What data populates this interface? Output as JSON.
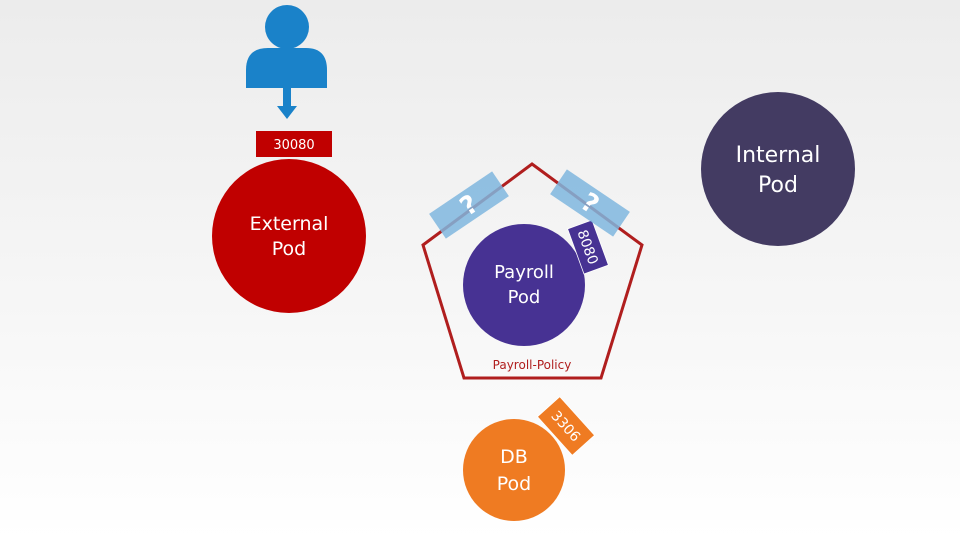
{
  "colors": {
    "user": "#1a82c9",
    "external_pod": "#c00000",
    "payroll_pod": "#473293",
    "internal_pod": "#433b62",
    "db_pod": "#ef7b22",
    "policy_outline": "#b01e1e",
    "question_tag": "#7fb6de"
  },
  "user": {
    "icon": "user-icon",
    "arrow_icon": "arrow-down-icon"
  },
  "external_pod": {
    "port": "30080",
    "line1": "External",
    "line2": "Pod"
  },
  "payroll_pod": {
    "line1": "Payroll",
    "line2": "Pod",
    "port": "8080"
  },
  "internal_pod": {
    "line1": "Internal",
    "line2": "Pod"
  },
  "db_pod": {
    "line1": "DB",
    "line2": "Pod",
    "port": "3306"
  },
  "policy": {
    "label": "Payroll-Policy"
  },
  "question_tags": [
    {
      "text": "?"
    },
    {
      "text": "?"
    }
  ]
}
